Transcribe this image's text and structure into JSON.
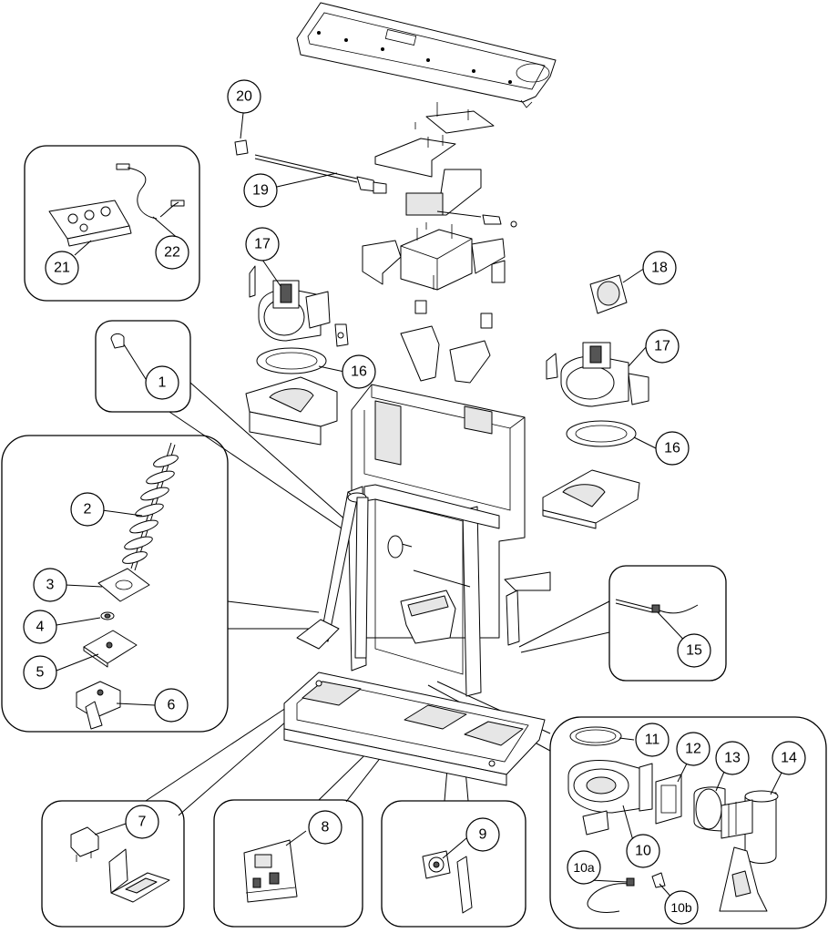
{
  "callouts": {
    "c1": "1",
    "c2": "2",
    "c3": "3",
    "c4": "4",
    "c5": "5",
    "c6": "6",
    "c7": "7",
    "c8": "8",
    "c9": "9",
    "c10": "10",
    "c10a": "10a",
    "c10b": "10b",
    "c11": "11",
    "c12": "12",
    "c13": "13",
    "c14": "14",
    "c15": "15",
    "c16a": "16",
    "c16b": "16",
    "c17a": "17",
    "c17b": "17",
    "c18": "18",
    "c19": "19",
    "c20": "20",
    "c21": "21",
    "c22": "22"
  },
  "colors": {
    "line": "#000000",
    "background": "#ffffff",
    "shade": "#e6e6e6"
  }
}
